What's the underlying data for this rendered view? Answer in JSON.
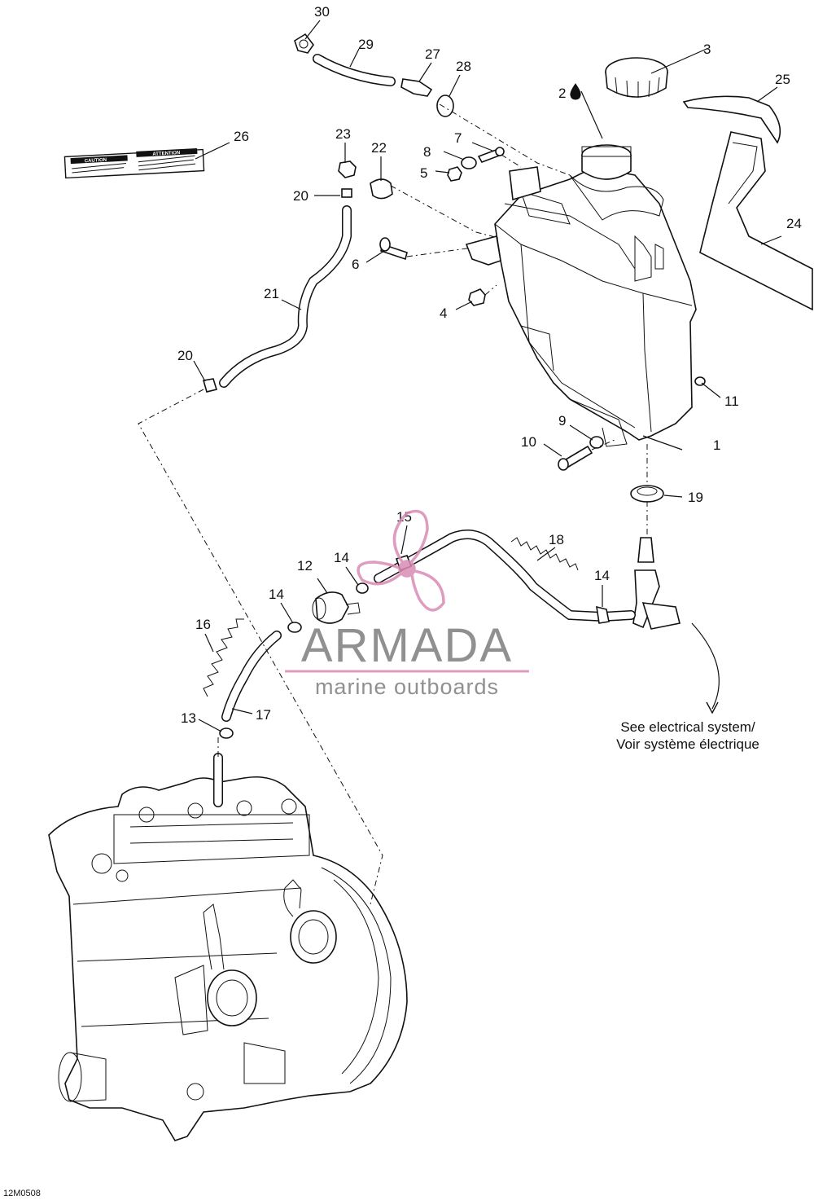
{
  "callouts": [
    "1",
    "2",
    "3",
    "4",
    "5",
    "6",
    "7",
    "8",
    "9",
    "10",
    "11",
    "12",
    "13",
    "14",
    "14",
    "14",
    "15",
    "16",
    "17",
    "18",
    "19",
    "20",
    "20",
    "21",
    "22",
    "23",
    "24",
    "25",
    "26",
    "27",
    "28",
    "29",
    "30"
  ],
  "caption": {
    "line1": "See electrical system/",
    "line2": "Voir système électrique"
  },
  "drawing_code": "12M0508",
  "warning_label": {
    "left_heading": "CAUTION",
    "right_heading": "ATTENTION"
  },
  "watermark": {
    "title": "ARMADA",
    "subtitle": "marine outboards",
    "color": "#d98bb4"
  },
  "icons": {
    "oil_drop": "oil-drop-icon",
    "propeller": "propeller-logo-icon"
  }
}
